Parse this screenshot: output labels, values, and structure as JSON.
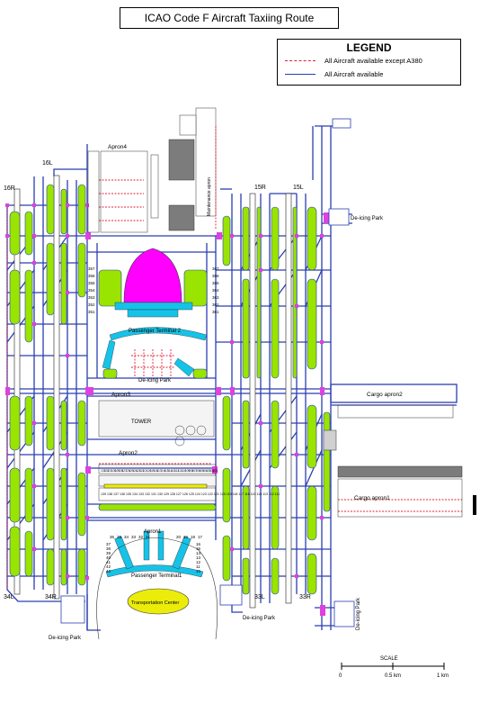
{
  "title": "ICAO Code F Aircraft Taxiing Route",
  "legend": {
    "heading": "LEGEND",
    "items": [
      {
        "label": "All Aircraft available except A380",
        "line_style": "dashed",
        "color": "#e0203a"
      },
      {
        "label": "All Aircraft available",
        "line_style": "solid",
        "color": "#2a3fb0"
      }
    ]
  },
  "runways": {
    "west_north_left": "16L",
    "west_north_right": "16R",
    "east_north_right": "15R",
    "east_north_left": "15L",
    "west_south_left": "34L",
    "west_south_right": "34R",
    "east_south_left": "33L",
    "east_south_right": "33R"
  },
  "areas": {
    "apron4": "Apron4",
    "apron3": "Apron3",
    "apron2": "Apron2",
    "apron1": "Apron1",
    "maintenance_apron": "Maintenance apron",
    "passenger_terminal2": "Passenger Terminal 2",
    "passenger_terminal1": "Passenger Terminal1",
    "transportation_center": "Transportation Center",
    "tower": "TOWER",
    "cargo_apron2": "Cargo apron2",
    "cargo_apron1": "Cargo apron1",
    "de_icing_park_t2": "De-icing Park",
    "de_icing_park_ne": "De-icing Park",
    "de_icing_park_sw": "De-icing Park",
    "de_icing_park_s": "De-icing Park",
    "de_icing_park_se": "De-icing Park"
  },
  "stand_numbers": {
    "apron2_row1": [
      "133",
      "132",
      "131",
      "130",
      "129",
      "128",
      "127",
      "126",
      "125",
      "124",
      "123",
      "122",
      "121",
      "120",
      "119",
      "118",
      "117",
      "116",
      "115",
      "114",
      "113",
      "112",
      "111",
      "110",
      "109",
      "108",
      "107",
      "106",
      "105",
      "104",
      "103",
      "102",
      "101"
    ],
    "apron2_row2": "139 138 137 136 135 134 133 132 131 130 129 128 127 126 125 124 123 122 121 120 119 118 117 116 115 114 113 112 111",
    "terminal2_west": [
      "357",
      "356",
      "355",
      "354",
      "353",
      "352",
      "351"
    ],
    "terminal2_east": [
      "367",
      "366",
      "365",
      "364",
      "363",
      "362",
      "361"
    ],
    "apron1": [
      "36",
      "35",
      "34",
      "33",
      "32",
      "31",
      "20",
      "19",
      "18",
      "17",
      "37",
      "38",
      "39",
      "40",
      "41",
      "42",
      "43",
      "16",
      "15",
      "14",
      "13",
      "12",
      "11",
      "10"
    ]
  },
  "colors": {
    "taxiway_blue": "#2a3fb0",
    "route_red": "#e0203a",
    "grass_green": "#99e400",
    "terminal2_magenta": "#ff00ff",
    "terminal_cyan": "#15c3e8",
    "transport_yellow": "#ecec0a",
    "building_gray": "#7c7c7c"
  },
  "scale": {
    "title": "SCALE",
    "ticks": [
      "0",
      "0.5 km",
      "1 km"
    ]
  }
}
